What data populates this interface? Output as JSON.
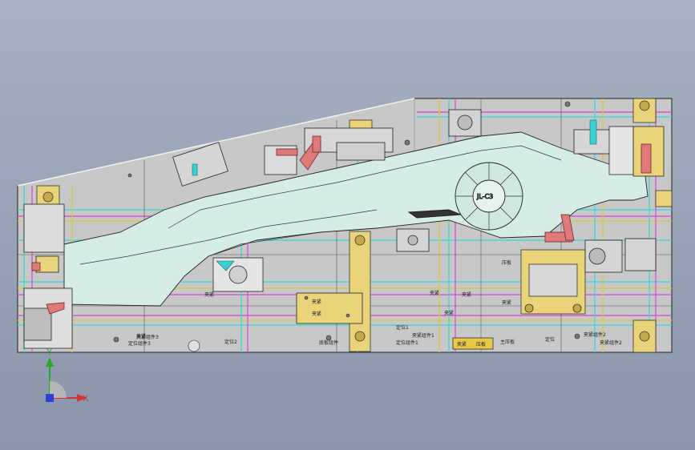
{
  "labels": {
    "l1": "夹紧",
    "l2": "夹紧组件3",
    "l3": "定位组件3",
    "l4": "定位2",
    "l5": "底板组件",
    "l6": "定位1",
    "l7": "夹紧组件1",
    "l8": "定位组件1",
    "l9": "夹紧",
    "l10": "夹紧",
    "l11": "主压板",
    "l12": "定位",
    "l13": "夹紧组件2",
    "l14": "夹紧组件2",
    "l15": "夹紧",
    "l16": "压板",
    "l17": "夹紧",
    "l18": "夹紧",
    "l19": "夹紧",
    "l20": "夹紧",
    "tag_left": "夹紧",
    "tag_right": "压板",
    "hub_text": "JL-C3"
  },
  "triad": {
    "x_label": "X",
    "y_label": "Y"
  },
  "colors": {
    "background_top": "#a7b1c2",
    "plate": "#c4c4c4",
    "part": "#d6ece6",
    "yellow_block": "#e9d47a",
    "pink": "#e07a7a",
    "cyan_line": "#39d3d3",
    "magenta_line": "#d651d6",
    "yellow_line": "#d8c84a"
  }
}
